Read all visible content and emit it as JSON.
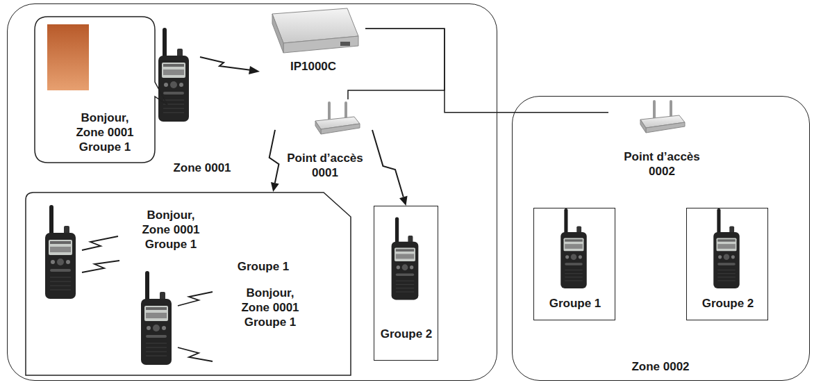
{
  "diagram": {
    "nodes": [
      {
        "text": [
          "Zone 0001"
        ]
      },
      {
        "text": [
          "Bonjour, Zone 0001 Groupe 1"
        ],
        "in": 0
      },
      {
        "text": [
          "IP1000C"
        ],
        "in": 0
      },
      {
        "text": [
          "Point d’accès 0001"
        ],
        "in": 0
      },
      {
        "text": [
          "Bonjour, Zone 0001 Groupe 1",
          "Groupe 1",
          "Bonjour, Zone 0001 Groupe 1"
        ],
        "in": 0
      },
      {
        "text": [
          "Groupe 2"
        ],
        "in": 0
      },
      {
        "text": [
          "Zone 0002"
        ]
      },
      {
        "text": [
          "Point d’accès 0002"
        ],
        "in": 6
      },
      {
        "text": [
          "Groupe 1"
        ],
        "in": 6
      },
      {
        "text": [
          "Groupe 2"
        ],
        "in": 6
      }
    ],
    "edges": [
      {
        "from": 2,
        "to": 3,
        "arrow": "none"
      },
      {
        "from": 2,
        "to": 7,
        "arrow": "none"
      },
      {
        "from": 3,
        "to": 4,
        "arrow": "to"
      },
      {
        "from": 3,
        "to": 5,
        "arrow": "to"
      }
    ]
  }
}
